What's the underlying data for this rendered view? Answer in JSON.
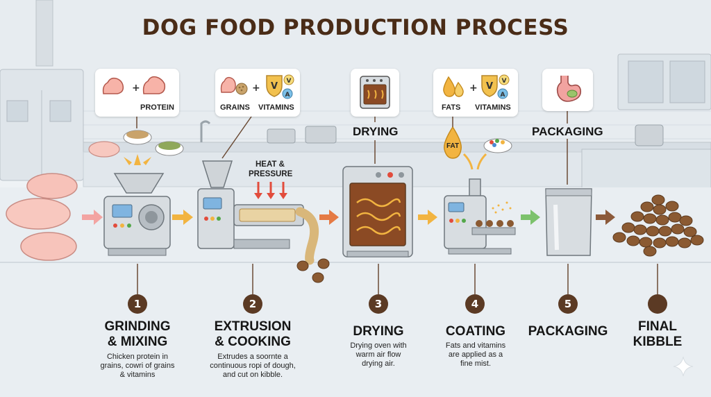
{
  "title": "DOG FOOD PRODUCTION PROCESS",
  "colors": {
    "title": "#4a2c17",
    "step_badge": "#5b3a24",
    "arrow_pink": "#f3a4a2",
    "arrow_orange": "#f2b441",
    "arrow_green": "#7cc26c",
    "arrow_brown": "#8c5a3a",
    "kibble": "#8b5a32",
    "machine": "#c9ced3"
  },
  "ingredients": {
    "card1": {
      "label": "PROTEIN",
      "plus": "+",
      "icons": [
        "muscle-icon",
        "muscle-icon"
      ]
    },
    "card2": {
      "label_left": "GRAINS",
      "plus": "+",
      "label_right": "VITAMINS",
      "icons": [
        "muscle-icon",
        "grain-ball-icon",
        "vitamin-shield-icon"
      ],
      "vitamin_letters": [
        "V",
        "V",
        "A"
      ]
    },
    "card3": {
      "icons": [
        "oven-icon"
      ]
    },
    "card4": {
      "label_left": "FATS",
      "plus": "+",
      "label_right": "VITAMINS",
      "icons": [
        "oil-drop-icon",
        "vitamin-shield-icon"
      ],
      "vitamin_letters": [
        "V",
        "V",
        "A"
      ]
    },
    "card5": {
      "icons": [
        "stomach-icon"
      ]
    }
  },
  "stage_labels": {
    "heat_line1": "HEAT &",
    "heat_line2": "PRESSURE",
    "drying": "DRYING",
    "fat_drop": "FAT",
    "packaging": "PACKAGING"
  },
  "steps": [
    {
      "number": "1",
      "title": [
        "GRINDING",
        "& MIXING"
      ],
      "desc": [
        "Chicken protein in",
        "grains, cowri of grains",
        "& vitamins"
      ]
    },
    {
      "number": "2",
      "title": [
        "EXTRUSION",
        "& COOKING"
      ],
      "desc": [
        "Extrudes a soornte a",
        "continuous ropi of dough,",
        "and cut on kibble."
      ]
    },
    {
      "number": "3",
      "title": [
        "DRYING"
      ],
      "desc": [
        "Drying oven with",
        "warm air flow",
        "drying air."
      ]
    },
    {
      "number": "4",
      "title": [
        "COATING"
      ],
      "desc": [
        "Fats and vitamins",
        "are applied as a",
        "fine mist."
      ]
    },
    {
      "number": "5",
      "title": [
        "PACKAGING"
      ],
      "desc": []
    },
    {
      "number": "",
      "title": [
        "FINAL",
        "KIBBLE"
      ],
      "desc": []
    }
  ]
}
